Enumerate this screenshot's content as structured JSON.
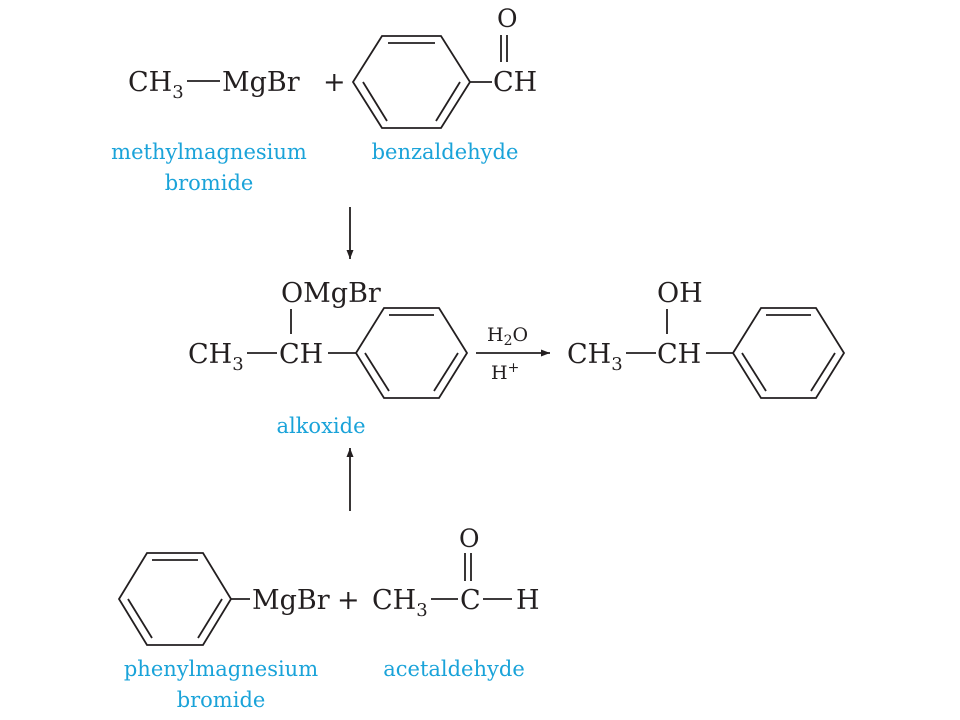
{
  "colors": {
    "ink": "#231f20",
    "label": "#1aa3d9"
  },
  "reaction1": {
    "ch3": "CH",
    "ch3_sub": "3",
    "mgbr": "MgBr",
    "plus": "+",
    "carbonyl_o": "O",
    "ch": "CH",
    "label_reagent_line1": "methylmagnesium",
    "label_reagent_line2": "bromide",
    "label_aldehyde": "benzaldehyde"
  },
  "intermediate": {
    "omgbr": "OMgBr",
    "ch3": "CH",
    "ch3_sub": "3",
    "ch": "CH",
    "label": "alkoxide"
  },
  "conditions": {
    "h2o_h": "H",
    "h2o_sub": "2",
    "h2o_o": "O",
    "h_plus": "H",
    "plus_sign": "+"
  },
  "product": {
    "oh": "OH",
    "ch3": "CH",
    "ch3_sub": "3",
    "ch": "CH"
  },
  "reaction2": {
    "mgbr": "MgBr",
    "plus": "+",
    "ch3": "CH",
    "ch3_sub": "3",
    "c": "C",
    "h": "H",
    "carbonyl_o": "O",
    "label_reagent_line1": "phenylmagnesium",
    "label_reagent_line2": "bromide",
    "label_aldehyde": "acetaldehyde"
  }
}
